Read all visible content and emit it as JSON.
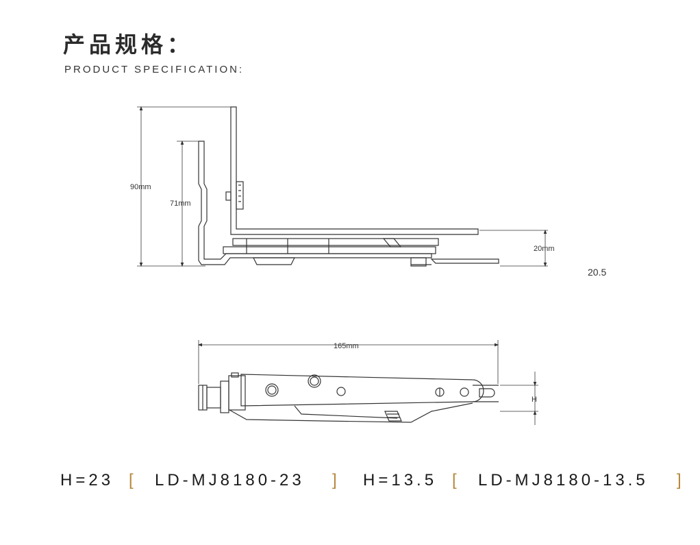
{
  "header": {
    "title_cn": "产品规格：",
    "title_en": "PRODUCT SPECIFICATION:"
  },
  "side_view": {
    "dim_total_height": "90mm",
    "dim_inner_height": "71mm",
    "dim_base_height": "20mm",
    "extra_value": "20.5"
  },
  "top_view": {
    "dim_length": "165mm",
    "dim_h_label": "H"
  },
  "models": [
    {
      "h_label": "H=23",
      "open_bracket": "[",
      "code": "LD-MJ8180-23",
      "close_bracket": "]"
    },
    {
      "h_label": "H=13.5",
      "open_bracket": "[",
      "code": "LD-MJ8180-13.5",
      "close_bracket": "]"
    }
  ],
  "colors": {
    "line": "#333333",
    "bracket_accent": "#b8863b",
    "background": "#ffffff"
  }
}
